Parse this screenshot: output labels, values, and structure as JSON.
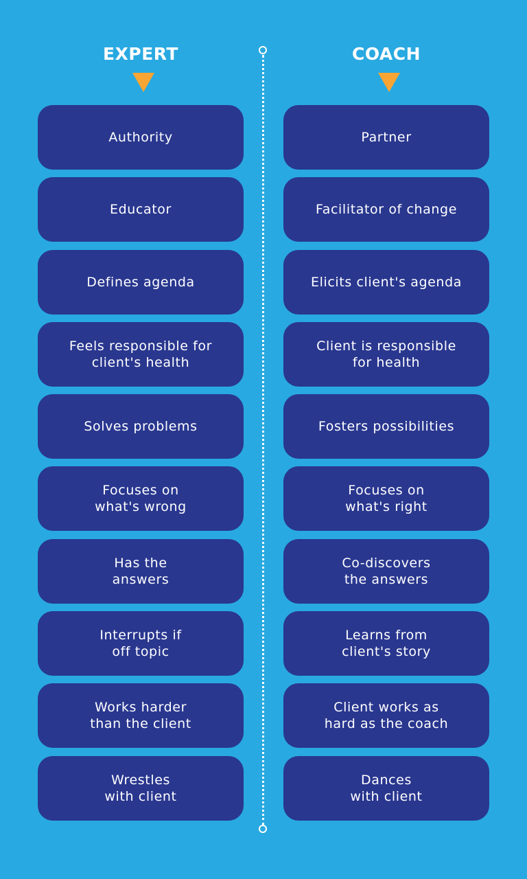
{
  "columns": {
    "expert": {
      "title": "EXPERT",
      "items": [
        "Authority",
        "Educator",
        "Defines agenda",
        "Feels responsible for\nclient's health",
        "Solves problems",
        "Focuses on\nwhat's wrong",
        "Has the\nanswers",
        "Interrupts if\noff topic",
        "Works harder\nthan the client",
        "Wrestles\nwith client"
      ]
    },
    "coach": {
      "title": "COACH",
      "items": [
        "Partner",
        "Facilitator of change",
        "Elicits client's agenda",
        "Client is responsible\nfor health",
        "Fosters possibilities",
        "Focuses on\nwhat's right",
        "Co-discovers\nthe answers",
        "Learns from\nclient's story",
        "Client works as\nhard as the coach",
        "Dances\nwith client"
      ]
    }
  },
  "colors": {
    "background": "#29a9e1",
    "box": "#29378f",
    "accent": "#f9a533"
  }
}
